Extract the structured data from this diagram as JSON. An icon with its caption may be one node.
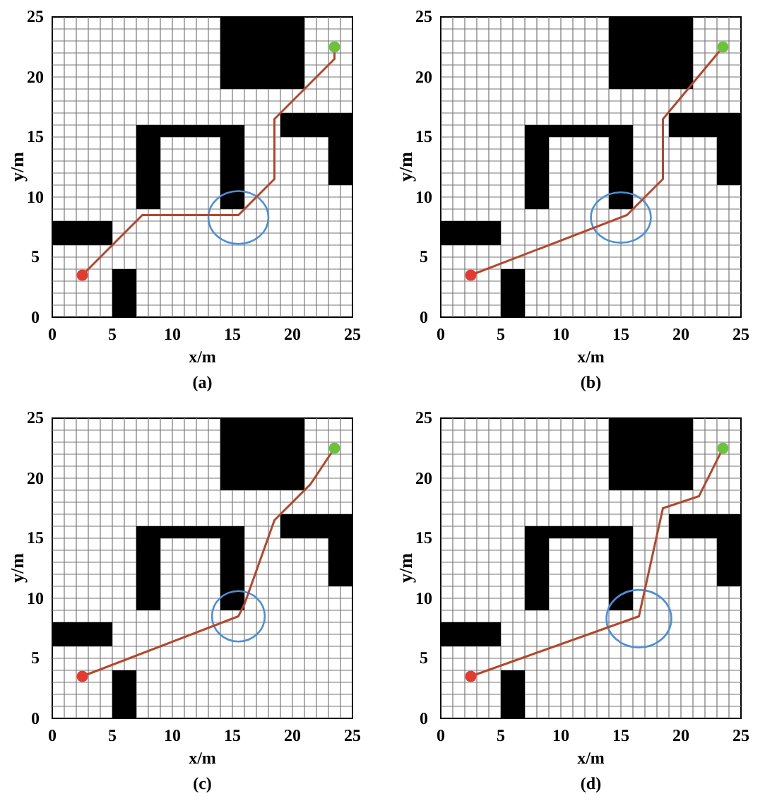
{
  "diagram": {
    "labels": [
      "25",
      "20",
      "15",
      "10",
      "5",
      "0",
      "y/m",
      "0",
      "5",
      "10",
      "15",
      "20",
      "25",
      "x/m",
      "(a)",
      "25",
      "20",
      "15",
      "10",
      "5",
      "0",
      "y/m",
      "0",
      "5",
      "10",
      "15",
      "20",
      "25",
      "x/m",
      "(b)",
      "25",
      "20",
      "15",
      "10",
      "5",
      "0",
      "y/m",
      "0",
      "5",
      "10",
      "15",
      "20",
      "25",
      "x/m",
      "(c)",
      "25",
      "20",
      "15",
      "10",
      "5",
      "0",
      "y/m",
      "0",
      "5",
      "10",
      "15",
      "20",
      "25",
      "x/m",
      "(d)"
    ]
  }
}
